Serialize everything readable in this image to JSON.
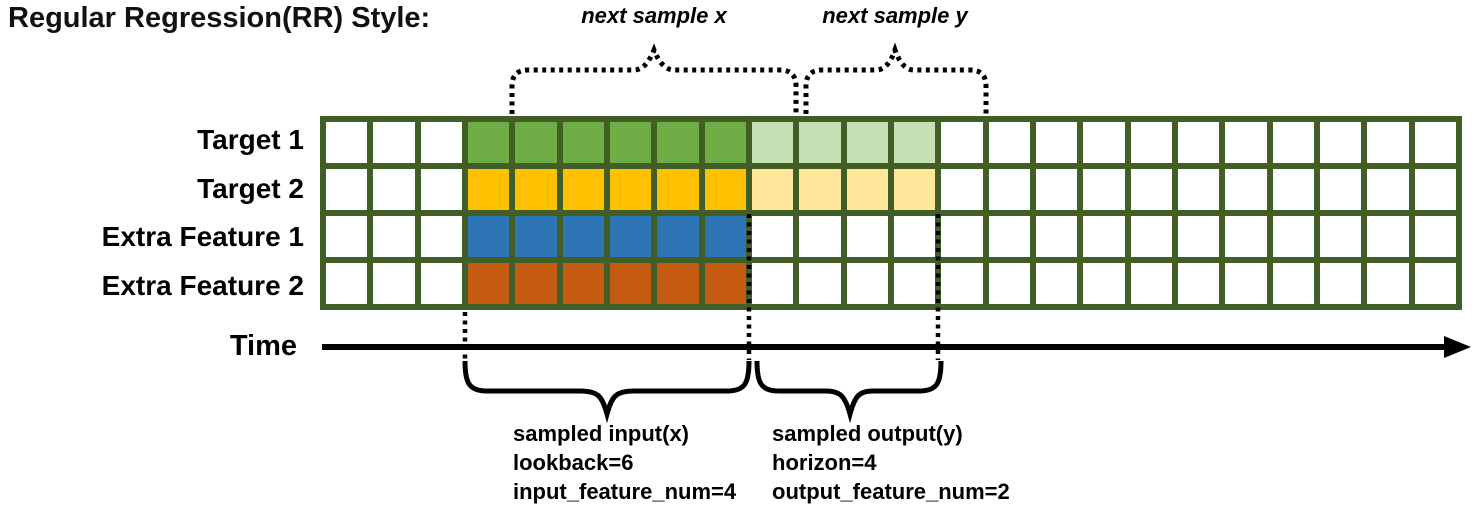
{
  "title": "Regular Regression(RR) Style:",
  "diagram": {
    "row_labels": [
      "Target 1",
      "Target 2",
      "Extra Feature 1",
      "Extra Feature 2"
    ],
    "time_label": "Time",
    "annotations": {
      "next_sample_x": "next sample x",
      "next_sample_y": "next sample y",
      "input_block": [
        "sampled input(x)",
        "lookback=6",
        "input_feature_num=4"
      ],
      "output_block": [
        "sampled output(y)",
        "horizon=4",
        "output_feature_num=2"
      ]
    },
    "grid": {
      "columns": 24,
      "input_start_col": 4,
      "input_end_col": 9,
      "output_start_col": 10,
      "output_end_col": 13,
      "rows": [
        {
          "label": "Target 1",
          "input_color": "#70AD47",
          "output_color": "#C6E0B4"
        },
        {
          "label": "Target 2",
          "input_color": "#FFC000",
          "output_color": "#FFE699"
        },
        {
          "label": "Extra Feature 1",
          "input_color": "#2E75B6",
          "output_color": null
        },
        {
          "label": "Extra Feature 2",
          "input_color": "#C55A11",
          "output_color": null
        }
      ],
      "border_color": "#415E26",
      "empty_color": "#FFFFFF"
    },
    "line_color": "#000000",
    "params": {
      "lookback": 6,
      "horizon": 4,
      "input_feature_num": 4,
      "output_feature_num": 2
    }
  }
}
